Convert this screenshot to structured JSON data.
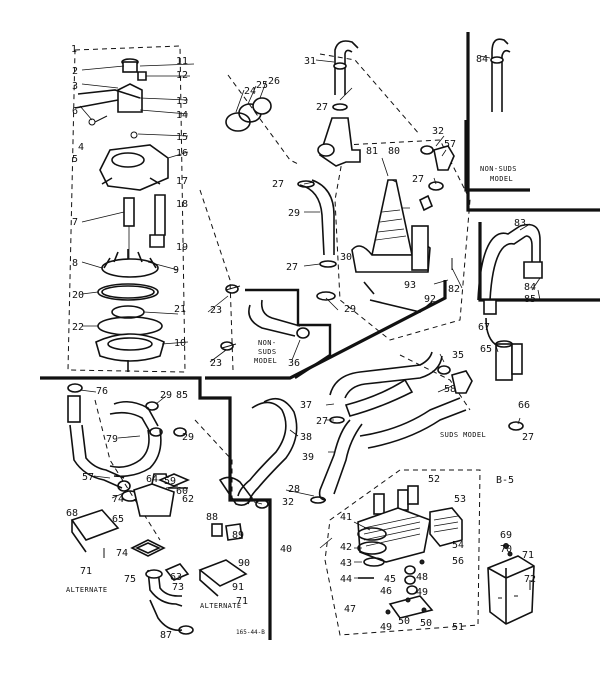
{
  "diagram": {
    "callouts": [
      "1",
      "2",
      "3",
      "4",
      "5",
      "6",
      "7",
      "8",
      "9",
      "10",
      "11",
      "12",
      "13",
      "14",
      "15",
      "16",
      "17",
      "18",
      "19",
      "20",
      "21",
      "22",
      "23",
      "23",
      "24",
      "25",
      "26",
      "27",
      "27",
      "27",
      "27",
      "27",
      "27",
      "28",
      "29",
      "29",
      "29",
      "29",
      "30",
      "31",
      "32",
      "32",
      "35",
      "36",
      "37",
      "38",
      "39",
      "40",
      "41",
      "42",
      "43",
      "44",
      "45",
      "46",
      "47",
      "48",
      "49",
      "49",
      "50",
      "50",
      "51",
      "52",
      "53",
      "54",
      "56",
      "57",
      "57",
      "58",
      "59",
      "60",
      "62",
      "63",
      "64",
      "65",
      "65",
      "66",
      "67",
      "68",
      "69",
      "70",
      "71",
      "71",
      "71",
      "72",
      "73",
      "74",
      "74",
      "75",
      "76",
      "79",
      "80",
      "81",
      "82",
      "83",
      "84",
      "84",
      "85",
      "85",
      "87",
      "88",
      "89",
      "90",
      "91",
      "92",
      "93"
    ],
    "labels": {
      "non_suds_top": [
        "NON-SUDS",
        "MODEL"
      ],
      "non_suds_mid": [
        "NON-",
        "SUDS",
        "MODEL"
      ],
      "suds_model": "SUDS MODEL",
      "alternate_left": "ALTERNATE",
      "alternate_right": "ALTERNATE",
      "figure_id": "B-5",
      "drawing_code": "165-44-B"
    }
  }
}
